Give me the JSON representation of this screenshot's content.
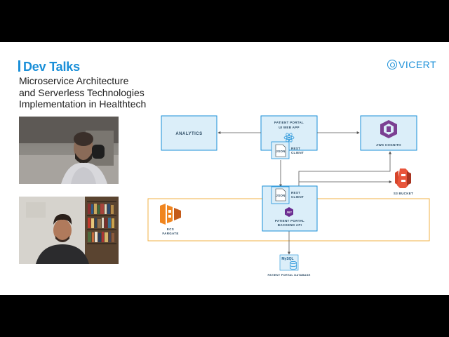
{
  "header": {
    "title": "Dev Talks",
    "subtitle_line1": "Microservice Architecture",
    "subtitle_line2": "and Serverless Technologies",
    "subtitle_line3": "Implementation in Healthtech",
    "logo_text": "VICERT"
  },
  "diagram": {
    "analytics": "ANALYTICS",
    "patient_portal_ui_line1": "PATIENT PORTAL",
    "patient_portal_ui_line2": "UI WEB APP",
    "aws_cognito": "AWS COGNITO",
    "json_label": "JSON",
    "rest_client_line1": "REST",
    "rest_client_line2": "CLIENT",
    "s3_bucket": "S3 BUCKET",
    "ecs_line1": "ECS",
    "ecs_line2": "FARGATE",
    "backend_line1": "PATIENT PORTAL",
    "backend_line2": "BACKEND API",
    "net_badge": ".NET",
    "mysql_label": "MySQL",
    "database": "PATIENT PORTAL DATABASE"
  },
  "colors": {
    "accent": "#1a8fd8",
    "box_fill": "#dbeef9",
    "ecs_border": "#f2b045",
    "aws_orange": "#f0851f",
    "cognito_purple": "#7b3f92",
    "s3_red": "#d6452b"
  },
  "video_tiles": {
    "participant_1": "presenter-video-1",
    "participant_2": "presenter-video-2"
  }
}
